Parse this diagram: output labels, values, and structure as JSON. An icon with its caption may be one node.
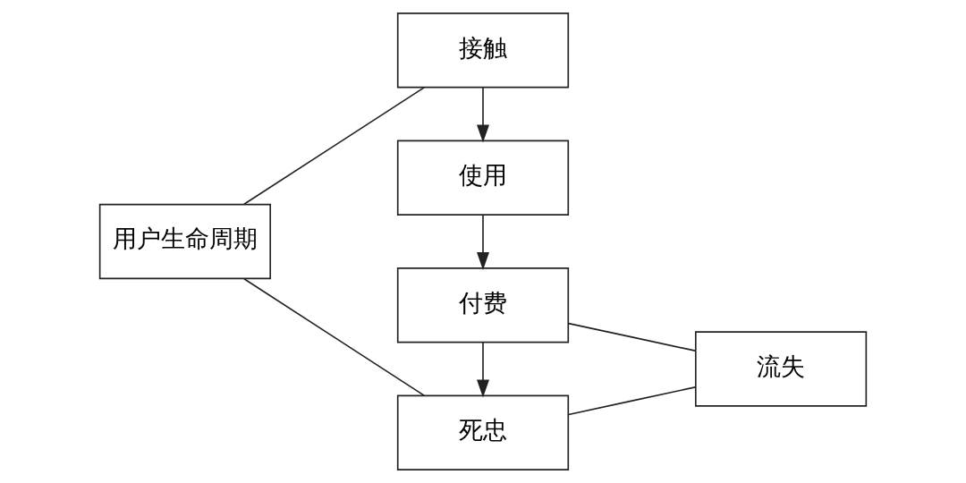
{
  "diagram": {
    "nodes": [
      {
        "text": [
          "用户生命周期"
        ]
      },
      {
        "text": [
          "接触"
        ]
      },
      {
        "text": [
          "使用"
        ]
      },
      {
        "text": [
          "付费"
        ]
      },
      {
        "text": [
          "死忠"
        ]
      },
      {
        "text": [
          "流失"
        ]
      }
    ],
    "edges": [
      {
        "from": 0,
        "to": 1,
        "arrow": "none"
      },
      {
        "from": 0,
        "to": 4,
        "arrow": "none"
      },
      {
        "from": 1,
        "to": 2,
        "arrow": "to"
      },
      {
        "from": 2,
        "to": 3,
        "arrow": "to"
      },
      {
        "from": 3,
        "to": 4,
        "arrow": "to"
      },
      {
        "from": 3,
        "to": 5,
        "arrow": "none"
      },
      {
        "from": 4,
        "to": 5,
        "arrow": "none"
      }
    ]
  }
}
